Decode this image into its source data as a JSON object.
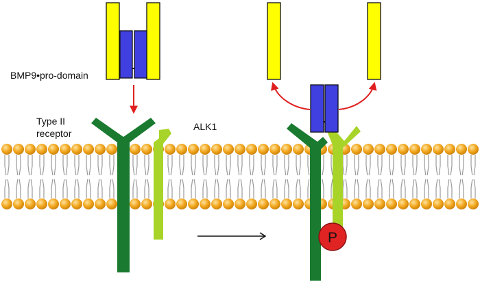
{
  "labels": {
    "complex": "BMP9•pro-domain",
    "type2_line1": "Type II",
    "type2_line2": "receptor",
    "alk1": "ALK1",
    "phospho": "P"
  },
  "colors": {
    "prodomain": "#ffff00",
    "bmp9": "#4040e0",
    "type2": "#1a7a30",
    "alk1": "#a8d42a",
    "head": "#f2a71e",
    "tail": "#9a9a9a",
    "arrow": "#e02020",
    "phospho": "#e02424"
  }
}
